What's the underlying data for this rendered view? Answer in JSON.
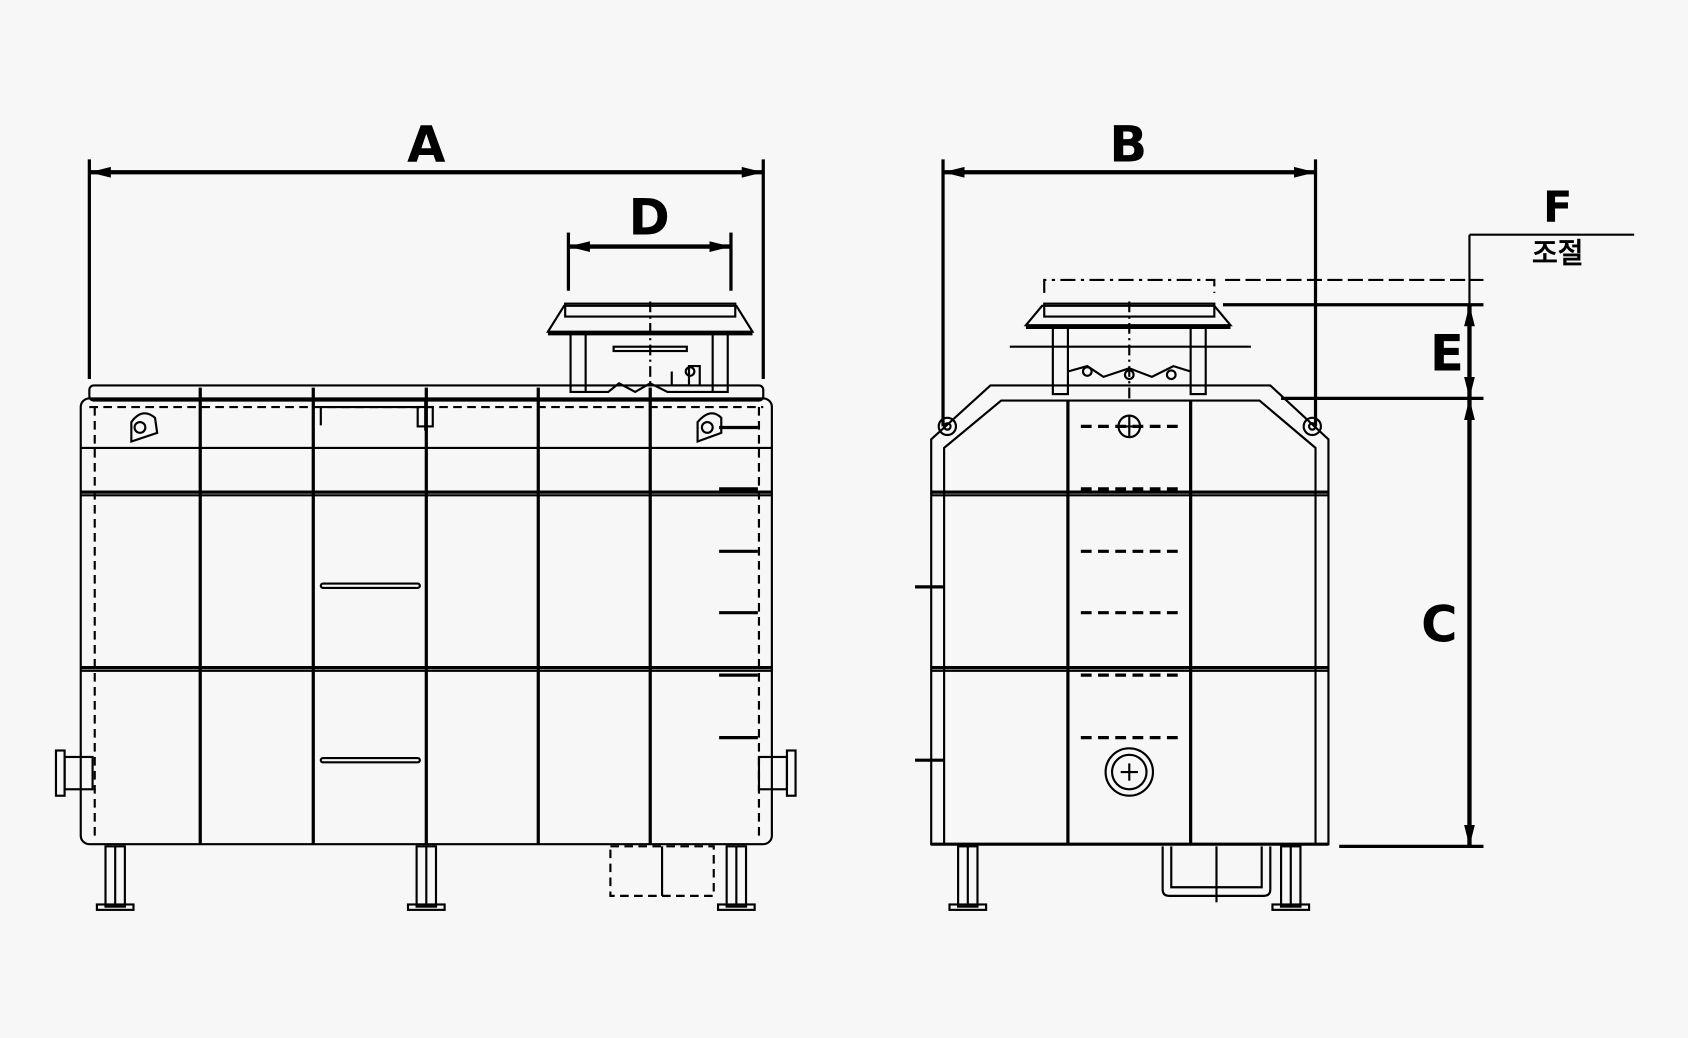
{
  "colors": {
    "background": "#f7f7f7",
    "line": "#000000"
  },
  "dimensions": {
    "a": "A",
    "b": "B",
    "c": "C",
    "d": "D",
    "e": "E",
    "f": "F",
    "f_note": "조절"
  }
}
